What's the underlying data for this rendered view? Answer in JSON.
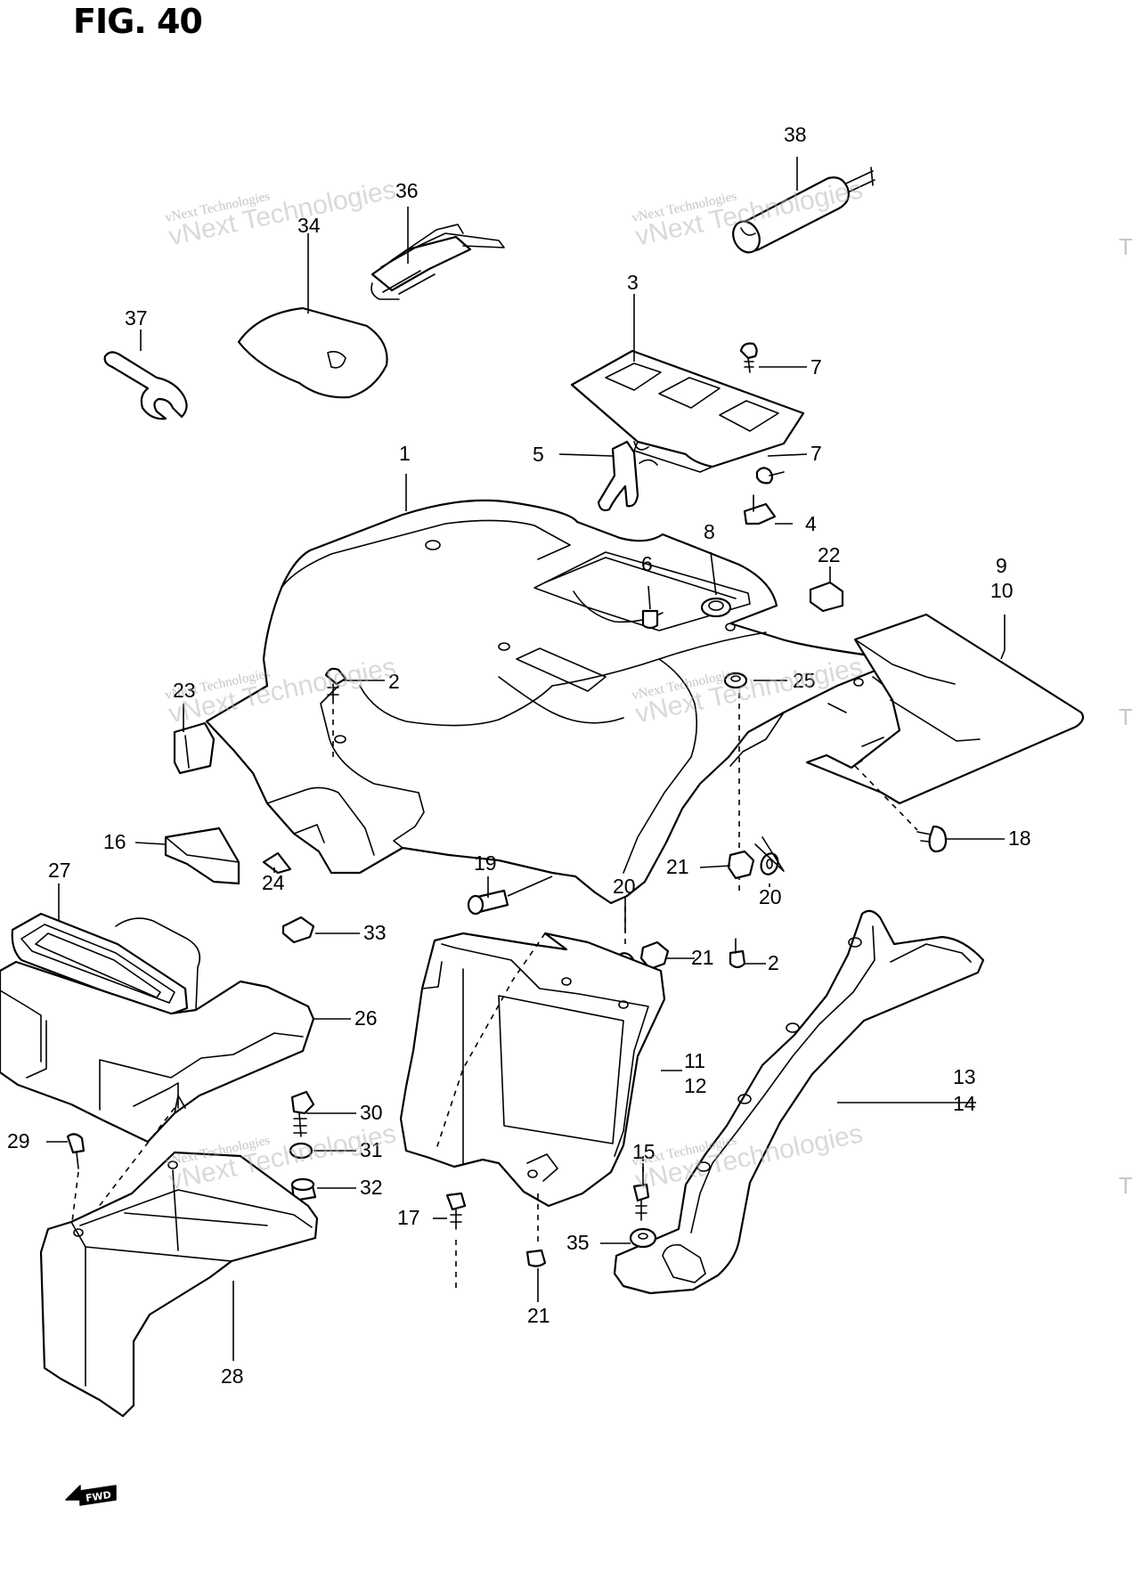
{
  "figure": {
    "title": "FIG. 40"
  },
  "callouts": [
    {
      "id": "c38",
      "text": "38"
    },
    {
      "id": "c36",
      "text": "36"
    },
    {
      "id": "c34",
      "text": "34"
    },
    {
      "id": "c37",
      "text": "37"
    },
    {
      "id": "c3",
      "text": "3"
    },
    {
      "id": "c7a",
      "text": "7"
    },
    {
      "id": "c7b",
      "text": "7"
    },
    {
      "id": "c5",
      "text": "5"
    },
    {
      "id": "c4",
      "text": "4"
    },
    {
      "id": "c1",
      "text": "1"
    },
    {
      "id": "c8",
      "text": "8"
    },
    {
      "id": "c6",
      "text": "6"
    },
    {
      "id": "c22",
      "text": "22"
    },
    {
      "id": "c9",
      "text": "9"
    },
    {
      "id": "c10",
      "text": "10"
    },
    {
      "id": "c2a",
      "text": "2"
    },
    {
      "id": "c25",
      "text": "25"
    },
    {
      "id": "c23",
      "text": "23"
    },
    {
      "id": "c16",
      "text": "16"
    },
    {
      "id": "c24",
      "text": "24"
    },
    {
      "id": "c27",
      "text": "27"
    },
    {
      "id": "c19",
      "text": "19"
    },
    {
      "id": "c20a",
      "text": "20"
    },
    {
      "id": "c21a",
      "text": "21"
    },
    {
      "id": "c20b",
      "text": "20"
    },
    {
      "id": "c18",
      "text": "18"
    },
    {
      "id": "c33",
      "text": "33"
    },
    {
      "id": "c21b",
      "text": "21"
    },
    {
      "id": "c2b",
      "text": "2"
    },
    {
      "id": "c26",
      "text": "26"
    },
    {
      "id": "c11",
      "text": "11"
    },
    {
      "id": "c12",
      "text": "12"
    },
    {
      "id": "c13",
      "text": "13"
    },
    {
      "id": "c14",
      "text": "14"
    },
    {
      "id": "c30",
      "text": "30"
    },
    {
      "id": "c29",
      "text": "29"
    },
    {
      "id": "c31",
      "text": "31"
    },
    {
      "id": "c32",
      "text": "32"
    },
    {
      "id": "c15",
      "text": "15"
    },
    {
      "id": "c17",
      "text": "17"
    },
    {
      "id": "c35",
      "text": "35"
    },
    {
      "id": "c21c",
      "text": "21"
    },
    {
      "id": "c28",
      "text": "28"
    }
  ],
  "watermarks": [
    {
      "line1": "vNext Technologies",
      "line2": "vNext Technologies"
    },
    {
      "line1": "vNext Technologies",
      "line2": "vNext Technologies"
    },
    {
      "line1": "vNext Technologies",
      "line2": "vNext Technologies"
    },
    {
      "line1": "vNext Technologies",
      "line2": "vNext Technologies"
    },
    {
      "line1": "vNext Technologies",
      "line2": "vNext Technologies"
    },
    {
      "line1": "vNext Technologies",
      "line2": "vNext Technologies"
    }
  ],
  "edge_marks": [
    "T",
    "T",
    "T"
  ],
  "fwd_label": "FWD"
}
